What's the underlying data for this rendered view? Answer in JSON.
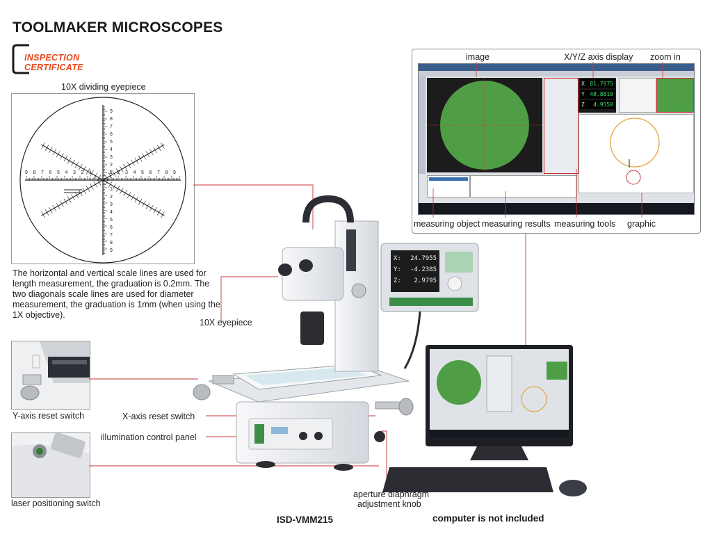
{
  "page": {
    "title": "TOOLMAKER MICROSCOPES",
    "badge_line1": "INSPECTION",
    "badge_line2": "CERTIFICATE",
    "colors": {
      "accent": "#e8471c",
      "screen_green": "#4f9e45",
      "machine_white": "#ecedf0",
      "machine_dark": "#2b2d33"
    }
  },
  "eyepiece": {
    "heading": "10X dividing eyepiece",
    "scale_left": [
      "9",
      "8",
      "7",
      "6",
      "5",
      "4",
      "3",
      "2",
      "1"
    ],
    "scale_right": [
      "1",
      "2",
      "3",
      "4",
      "5",
      "6",
      "7",
      "8",
      "9"
    ],
    "scale_top": [
      "9",
      "8",
      "7",
      "6",
      "5",
      "4",
      "3",
      "2",
      "1"
    ],
    "scale_bottom": [
      "1",
      "2",
      "3",
      "4",
      "5",
      "6",
      "7",
      "8",
      "9"
    ],
    "description": "The horizontal and vertical scale lines are used for length measurement, the graduation is 0.2mm. The two diagonals scale lines are used for diameter measurement, the graduation is 1mm (when using the 1X objective)."
  },
  "callouts": {
    "eyepiece": "10X eyepiece",
    "y_reset": "Y-axis reset switch",
    "x_reset": "X-axis reset switch",
    "illumination": "illumination control panel",
    "laser": "laser positioning switch",
    "aperture_line1": "aperture diaphragm",
    "aperture_line2": "adjustment knob"
  },
  "software": {
    "image": "image",
    "axis_display": "X/Y/Z axis display",
    "zoom_in": "zoom in",
    "measuring_object": "measuring object",
    "measuring_results": "measuring results",
    "measuring_tools": "measuring tools",
    "graphic": "graphic",
    "readouts": [
      {
        "axis": "X",
        "value": "81.7975"
      },
      {
        "axis": "Y",
        "value": "48.8810"
      },
      {
        "axis": "Z",
        "value": "4.9550"
      }
    ]
  },
  "dro": {
    "readouts": [
      {
        "axis": "X:",
        "value": "24.7955"
      },
      {
        "axis": "Y:",
        "value": "-4.2385"
      },
      {
        "axis": "Z:",
        "value": "2.9795"
      }
    ]
  },
  "footer": {
    "model": "ISD-VMM215",
    "note": "computer is not included"
  }
}
